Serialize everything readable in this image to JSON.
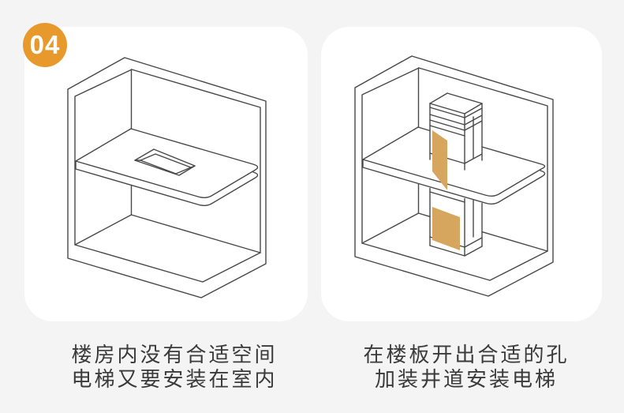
{
  "page": {
    "step_badge": {
      "label": "04"
    }
  },
  "colors": {
    "background": "#F4F4F4",
    "panel": "#FFFFFF",
    "line": "#474747",
    "door": "#D6A55E",
    "badge": "#E8992C",
    "badge_text": "#FFFFFF",
    "text": "#3A3A3A"
  },
  "panels": [
    {
      "id": "room-without-shaft",
      "illustration": "isometric room interior with a rectangular opening cut in the middle floor slab",
      "caption": [
        "楼房内没有合适空间",
        "电梯又要安装在室内"
      ]
    },
    {
      "id": "room-with-shaft",
      "illustration": "isometric room interior with an elevator shaft passing through the hole in the floor slab, tan door panels open",
      "caption": [
        "在楼板开出合适的孔",
        "加装井道安装电梯"
      ]
    }
  ]
}
